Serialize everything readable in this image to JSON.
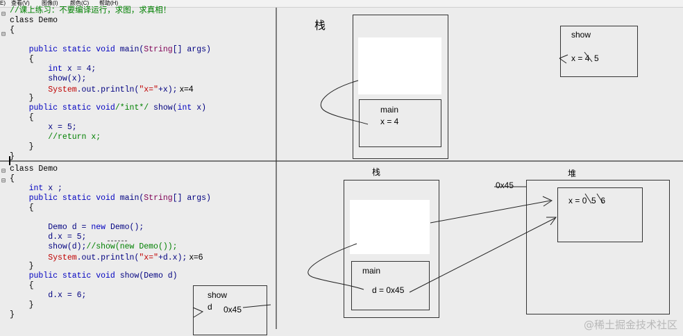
{
  "menu": [
    {
      "label": "E)"
    },
    {
      "label": "查看(V)"
    },
    {
      "label": "图像(I)"
    },
    {
      "label": "颜色(C)"
    },
    {
      "label": "帮助(H)"
    }
  ],
  "top_code": {
    "comment": "//课上练习：不要编译运行，求图，求真相！",
    "lines": [
      "class Demo",
      "{",
      "    public static void main(String[] args)",
      "    {",
      "        int x = 4;",
      "        show(x);",
      "        System.out.println(\"x=\"+x); x=4",
      "    }",
      "    public static void/*int*/ show(int x)",
      "    {",
      "        x = 5;",
      "        //return x;",
      "    }",
      "}"
    ]
  },
  "bottom_code": {
    "lines": [
      "class Demo",
      "{",
      "    int x ;",
      "    public static void main(String[] args)",
      "    {",
      "",
      "        Demo d = new Demo();",
      "        d.x = 5;",
      "        show(d);//show(new Demo());",
      "        System.out.println(\"x=\"+d.x); x=6",
      "    }",
      "    public static void show(Demo d)",
      "    {",
      "        d.x = 6;",
      "    }",
      "}"
    ]
  },
  "diagram_top": {
    "stack_label": "栈",
    "main_frame": {
      "title": "main",
      "value": "x = 4"
    },
    "show_frame": {
      "title": "show",
      "value_prefix": "x =",
      "old": "4",
      "new": "5"
    }
  },
  "diagram_bottom": {
    "stack_label": "栈",
    "heap_label": "堆",
    "address": "0x45",
    "heap_object": {
      "prefix": "x =",
      "v1": "0",
      "v2": "5",
      "v3": "6"
    },
    "main_frame": {
      "title": "main",
      "value": "d = 0x45"
    },
    "show_frame": {
      "title": "show",
      "param": "d",
      "value": "0x45"
    }
  },
  "watermark": "@稀土掘金技术社区"
}
